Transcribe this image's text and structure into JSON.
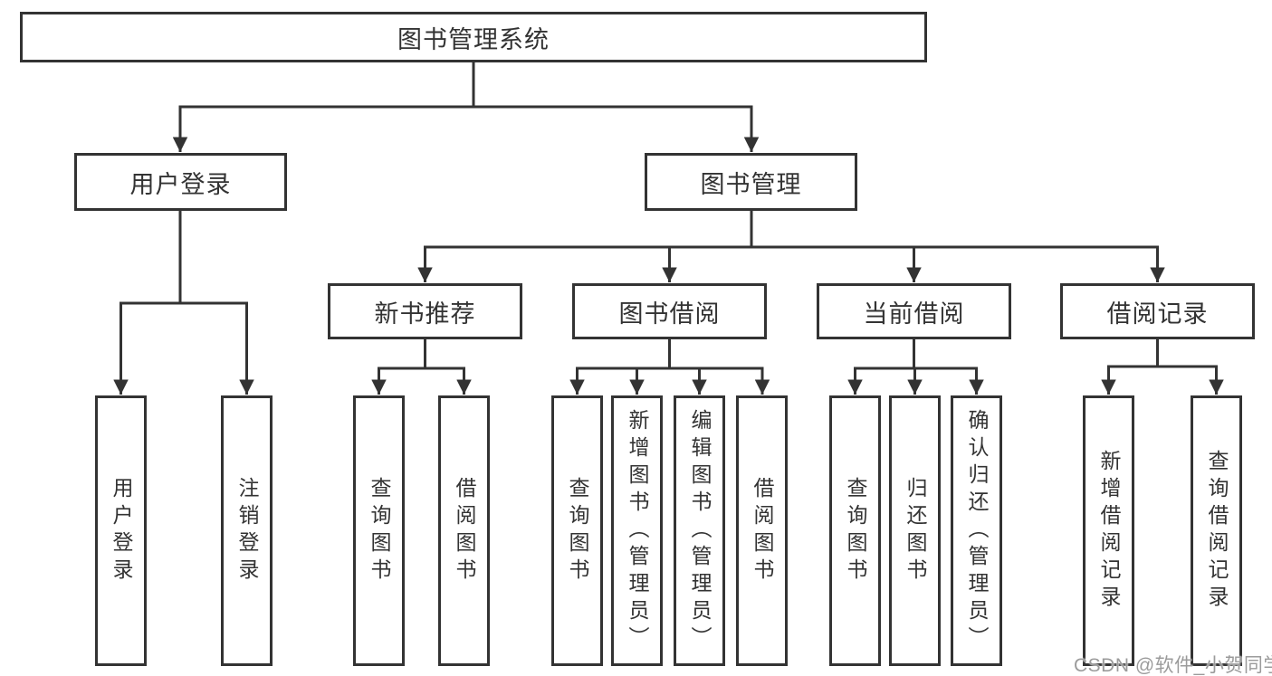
{
  "diagram": {
    "title": "图书管理系统",
    "watermark": "CSDN @软件_小贺同学",
    "colors": {
      "line": "#333333",
      "box_border": "#333333",
      "background": "#ffffff",
      "watermark_text": "#9b9b9b"
    },
    "tree": {
      "root": {
        "label": "图书管理系统"
      },
      "level1": [
        {
          "label": "用户登录",
          "parent": "图书管理系统"
        },
        {
          "label": "图书管理",
          "parent": "图书管理系统"
        }
      ],
      "level2": [
        {
          "label": "新书推荐",
          "parent": "图书管理"
        },
        {
          "label": "图书借阅",
          "parent": "图书管理"
        },
        {
          "label": "当前借阅",
          "parent": "图书管理"
        },
        {
          "label": "借阅记录",
          "parent": "图书管理"
        }
      ],
      "leaves": [
        {
          "label": "用户登录",
          "parent": "用户登录"
        },
        {
          "label": "注销登录",
          "parent": "用户登录"
        },
        {
          "label": "查询图书",
          "parent": "新书推荐"
        },
        {
          "label": "借阅图书",
          "parent": "新书推荐"
        },
        {
          "label": "查询图书",
          "parent": "图书借阅"
        },
        {
          "label": "新增图书（管理员）",
          "parent": "图书借阅"
        },
        {
          "label": "编辑图书（管理员）",
          "parent": "图书借阅"
        },
        {
          "label": "借阅图书",
          "parent": "图书借阅"
        },
        {
          "label": "查询图书",
          "parent": "当前借阅"
        },
        {
          "label": "归还图书",
          "parent": "当前借阅"
        },
        {
          "label": "确认归还（管理员）",
          "parent": "当前借阅"
        },
        {
          "label": "新增借阅记录",
          "parent": "借阅记录"
        },
        {
          "label": "查询借阅记录",
          "parent": "借阅记录"
        }
      ]
    }
  }
}
